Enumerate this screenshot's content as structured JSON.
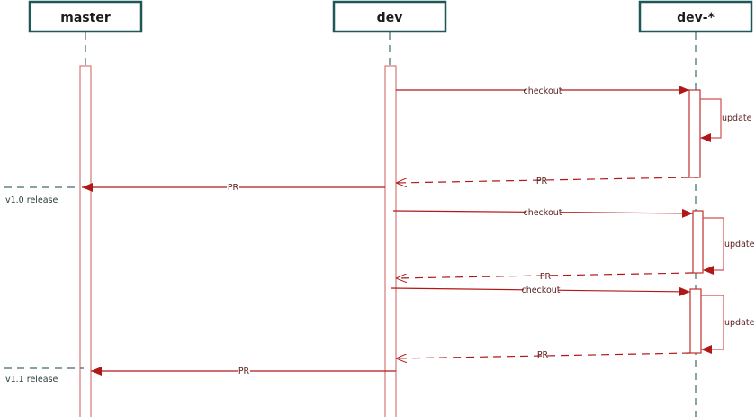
{
  "participants": [
    {
      "name": "master"
    },
    {
      "name": "dev"
    },
    {
      "name": "dev-*"
    }
  ],
  "messages": [
    {
      "label": "checkout",
      "from": "dev",
      "to": "dev-*",
      "style": "solid"
    },
    {
      "label": "update",
      "from": "dev-*",
      "to": "dev-*",
      "style": "self"
    },
    {
      "label": "PR",
      "from": "dev-*",
      "to": "dev",
      "style": "dashed"
    },
    {
      "label": "PR",
      "from": "dev",
      "to": "master",
      "style": "solid"
    },
    {
      "label": "checkout",
      "from": "dev",
      "to": "dev-*",
      "style": "solid"
    },
    {
      "label": "update",
      "from": "dev-*",
      "to": "dev-*",
      "style": "self"
    },
    {
      "label": "PR",
      "from": "dev-*",
      "to": "dev",
      "style": "dashed"
    },
    {
      "label": "checkout",
      "from": "dev",
      "to": "dev-*",
      "style": "solid"
    },
    {
      "label": "update",
      "from": "dev-*",
      "to": "dev-*",
      "style": "self"
    },
    {
      "label": "PR",
      "from": "dev-*",
      "to": "dev",
      "style": "dashed"
    },
    {
      "label": "PR",
      "from": "dev",
      "to": "master",
      "style": "solid"
    }
  ],
  "notes": [
    {
      "label": "v1.0 release"
    },
    {
      "label": "v1.1 release"
    }
  ],
  "colors": {
    "box_border": "#1f5656",
    "lifeline": "#3d6a6a",
    "arrow": "#b01818",
    "activation": "#d57a7a"
  }
}
